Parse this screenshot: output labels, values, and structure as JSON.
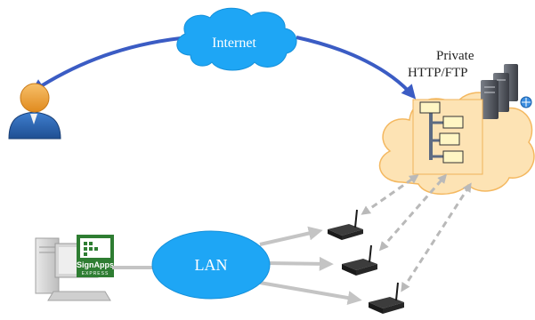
{
  "nodes": {
    "internet": {
      "label": "Internet"
    },
    "lan": {
      "label": "LAN"
    },
    "server": {
      "label_line1": "Private",
      "label_line2": "HTTP/FTP"
    },
    "workstation": {
      "logo_text": "SignApps",
      "logo_subtext": "EXPRESS"
    }
  },
  "colors": {
    "cloud_blue": "#1ea6f5",
    "server_cloud": "#fde3b4",
    "server_cloud_stroke": "#f4b860",
    "arrow_blue": "#3b5cc4",
    "link_gray": "#c4c4c4",
    "dashed_gray": "#b9b9b9",
    "user_orange": "#f0a640",
    "user_blue": "#2f66b0",
    "logo_green": "#2e7d32"
  },
  "icons": {
    "user": "user-icon",
    "workstation": "desktop-computer-icon",
    "server": "server-stack-icon",
    "folder_tree": "folder-tree-icon",
    "player": "media-player-icon"
  }
}
